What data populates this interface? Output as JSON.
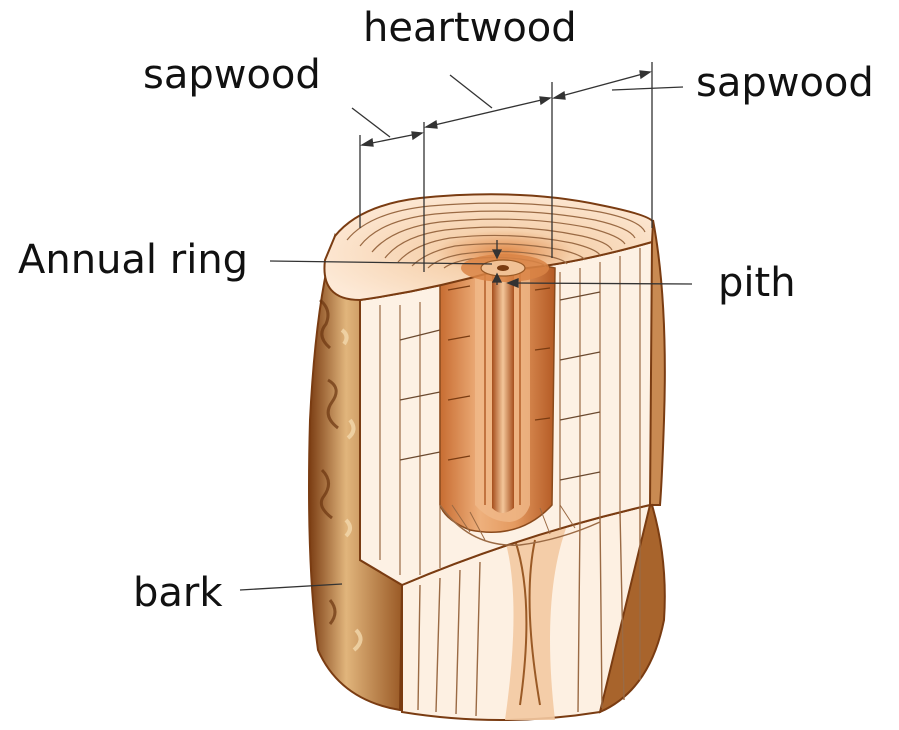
{
  "labels": {
    "heartwood": "heartwood",
    "sapwood_left": "sapwood",
    "sapwood_right": "sapwood",
    "annual_ring": "Annual ring",
    "pith": "pith",
    "bark": "bark"
  },
  "colors": {
    "bark_light": "#e3b882",
    "bark_dark": "#8a4a1c",
    "sapwood": "#fbe8d3",
    "heartwood_light": "#e8a16a",
    "heartwood_dark": "#b85f27",
    "ring_line": "#9a6a44",
    "leader_line": "#333333"
  }
}
